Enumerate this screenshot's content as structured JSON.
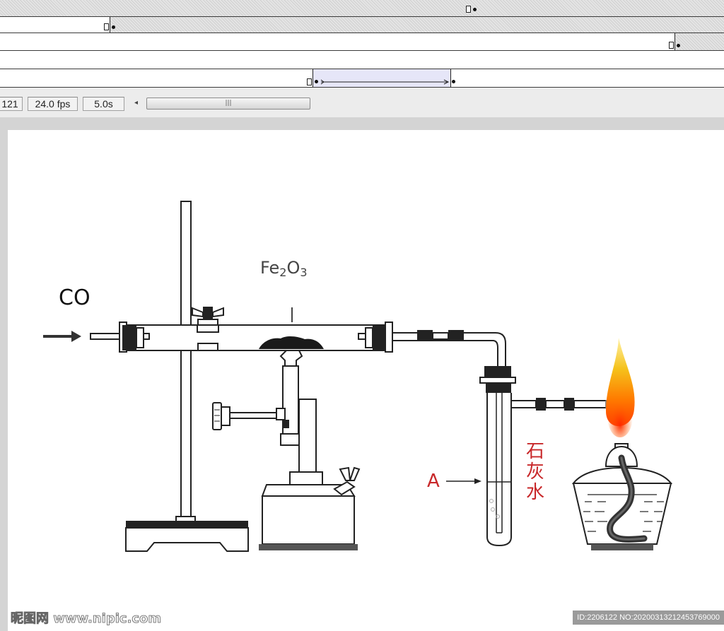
{
  "statusbar": {
    "frame": "121",
    "fps": "24.0 fps",
    "elapsed": "5.0s"
  },
  "stage": {
    "labels": {
      "co": "CO",
      "fe": "Fe",
      "fe_sub1": "2",
      "o": "O",
      "fe_sub2": "3",
      "point_a": "A",
      "limewater_1": "石",
      "limewater_2": "灰",
      "limewater_3": "水"
    }
  },
  "watermark": {
    "left": "昵图网 www.nipic.com",
    "right": "ID:2206122 NO:20200313212453769000"
  },
  "colors": {
    "label_red": "#c8282a",
    "flame_yellow": "#f5c21b",
    "flame_orange": "#ff4e00"
  }
}
